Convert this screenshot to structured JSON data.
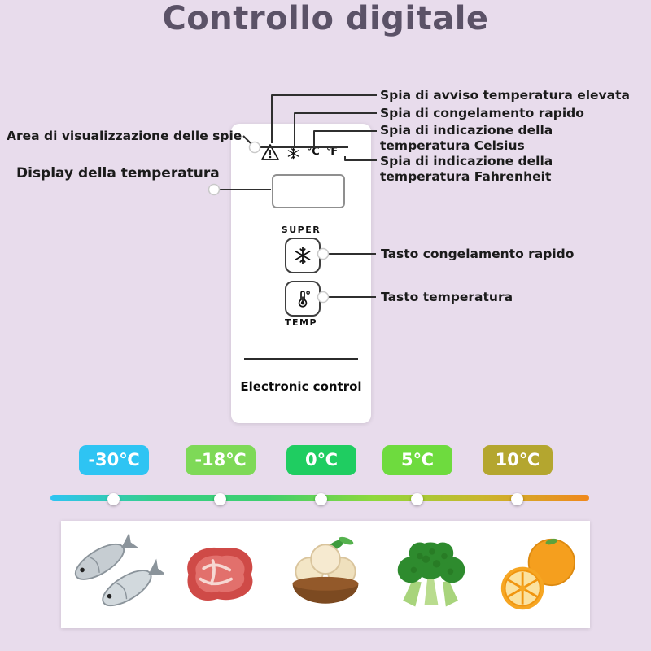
{
  "title": "Controllo digitale",
  "panel": {
    "indicators": {
      "celsius": "℃",
      "fahrenheit": "℉"
    },
    "super_label": "SUPER",
    "temp_label": "TEMP",
    "footer": "Electronic control"
  },
  "callouts": {
    "area": "Area di visualizzazione delle spie",
    "display": "Display della temperatura",
    "warning": "Spia di avviso temperatura elevata",
    "fast_freeze": "Spia di congelamento rapido",
    "celsius": "Spia di indicazione della temperatura Celsius",
    "fahrenheit": "Spia di indicazione della temperatura Fahrenheit",
    "super_button": "Tasto congelamento rapido",
    "temp_button": "Tasto temperatura"
  },
  "scale": {
    "stops": [
      {
        "label": "-30℃",
        "color": "#2ec4f3"
      },
      {
        "label": "-18℃",
        "color": "#7ed957"
      },
      {
        "label": "0℃",
        "color": "#1fcd61"
      },
      {
        "label": "5℃",
        "color": "#6edb3e"
      },
      {
        "label": "10℃",
        "color": "#b4a62f"
      }
    ],
    "gradient": [
      "#2ec4f3",
      "#35cf86",
      "#3ecf6e",
      "#8ed83b",
      "#c9b62d",
      "#f0881c"
    ]
  },
  "foods": [
    {
      "name": "fish"
    },
    {
      "name": "raw-meat"
    },
    {
      "name": "ice-cream"
    },
    {
      "name": "broccoli"
    },
    {
      "name": "oranges"
    }
  ],
  "colors": {
    "background": "#e8dcec",
    "title": "#5b5267"
  }
}
